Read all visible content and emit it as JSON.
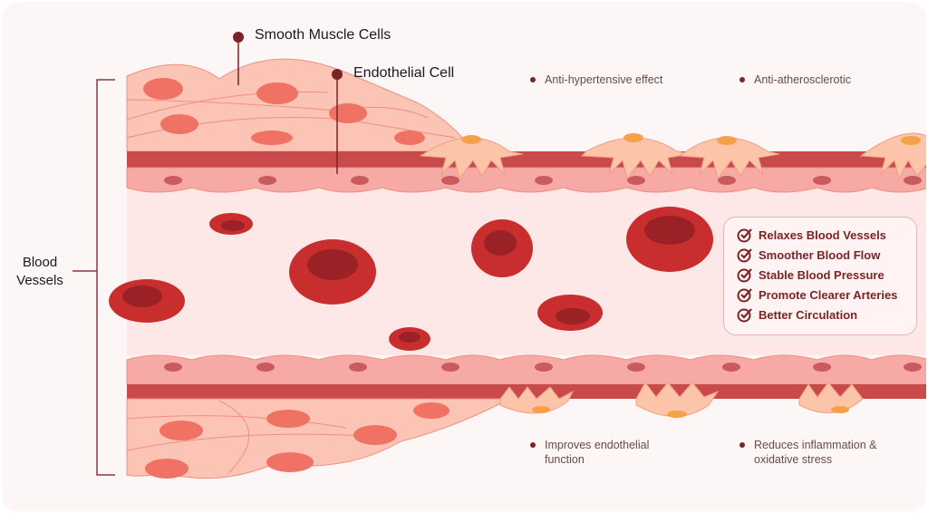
{
  "labels": {
    "smooth_muscle": "Smooth Muscle Cells",
    "endothelial": "Endothelial Cell",
    "blood_vessels_line1": "Blood",
    "blood_vessels_line2": "Vessels"
  },
  "notes": {
    "top_left": "Anti-hypertensive effect",
    "top_right": "Anti-atherosclerotic",
    "bottom_left_1": "Improves endothelial",
    "bottom_left_2": "function",
    "bottom_right_1": "Reduces inflammation &",
    "bottom_right_2": "oxidative stress"
  },
  "benefits": [
    "Relaxes Blood Vessels",
    "Smoother Blood Flow",
    "Stable Blood Pressure",
    "Promote Clearer Arteries",
    "Better Circulation"
  ],
  "colors": {
    "accent": "#7a2426",
    "wall": "#c94a4a",
    "lumen": "#fde7e7",
    "muscle": "#fcc4b4"
  }
}
